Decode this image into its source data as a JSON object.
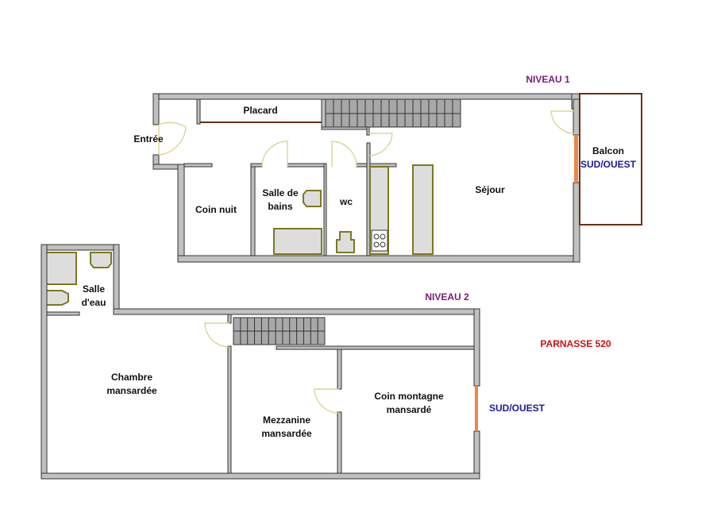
{
  "level1": {
    "title": "NIVEAU 1",
    "rooms": {
      "placard": "Placard",
      "entree": "Entrée",
      "coin_nuit": "Coin nuit",
      "salle_de_bains_1": "Salle de",
      "salle_de_bains_2": "bains",
      "wc": "wc",
      "sejour": "Séjour",
      "balcon": "Balcon"
    },
    "orientation": "SUD/OUEST"
  },
  "level2": {
    "title": "NIVEAU 2",
    "rooms": {
      "salle_eau_1": "Salle",
      "salle_eau_2": "d'eau",
      "chambre_1": "Chambre",
      "chambre_2": "mansardée",
      "mezzanine_1": "Mezzanine",
      "mezzanine_2": "mansardée",
      "coin_montagne_1": "Coin montagne",
      "coin_montagne_2": "mansardé"
    },
    "orientation": "SUD/OUEST"
  },
  "building_name": "PARNASSE 520",
  "colors": {
    "wall": "#c0c0c0",
    "outline": "#333333",
    "window": "#e8884a",
    "door": "#d8cc80",
    "fixture": "#7a7a20",
    "title": "#7a1a7a",
    "orientation": "#1a1aa0",
    "name": "#d01010"
  }
}
